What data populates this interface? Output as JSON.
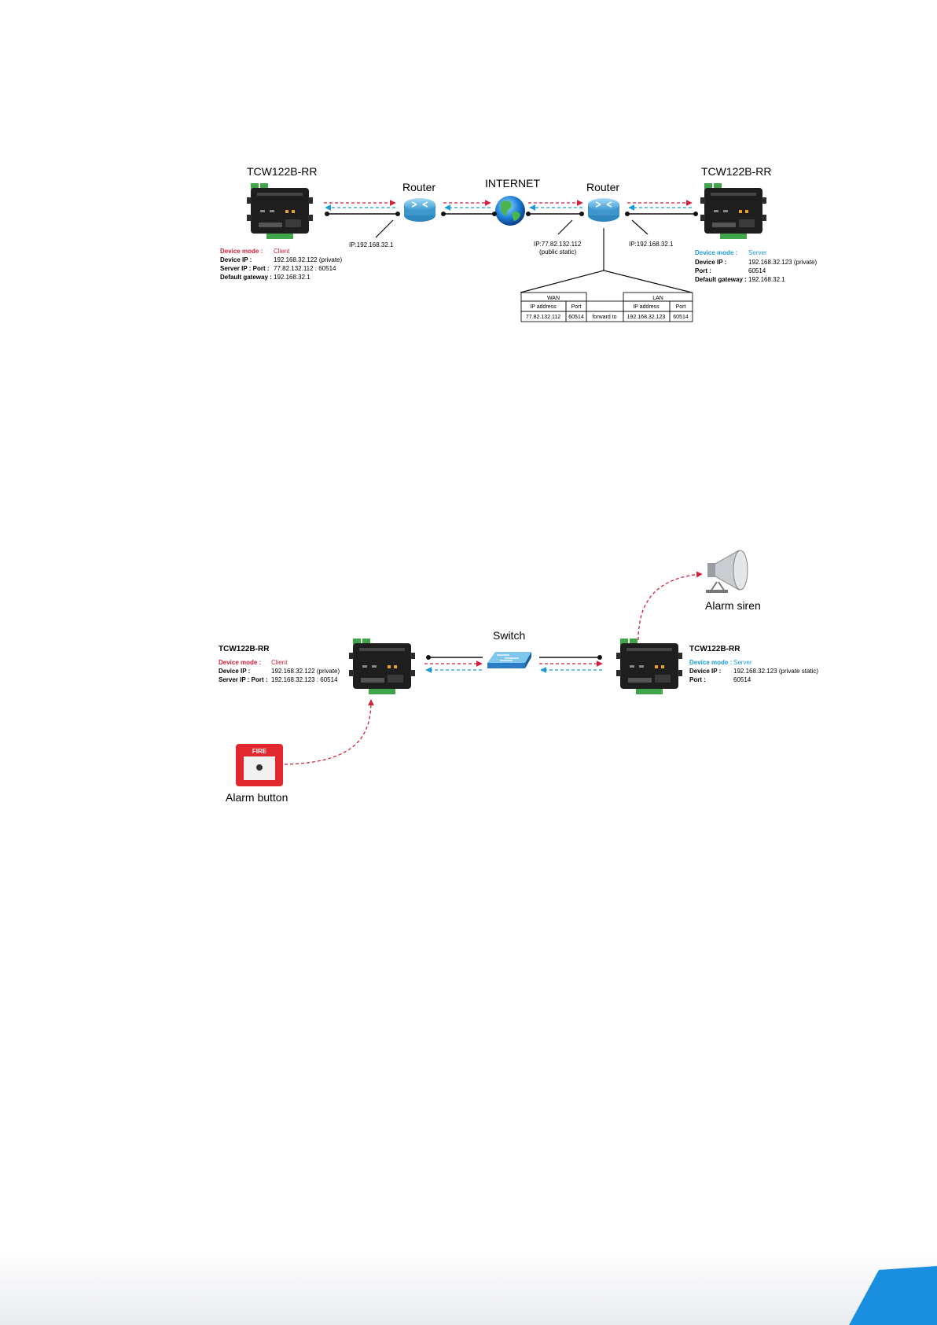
{
  "diagram1": {
    "left_device": {
      "title": "TCW122B-RR",
      "mode_label": "Device mode :",
      "mode_value": "Client",
      "ip_label": "Device IP :",
      "ip_value": "192.168.32.122 (private)",
      "server_label": "Server IP : Port :",
      "server_value": "77.82.132.112 : 60514",
      "gw_label": "Default gateway :",
      "gw_value": "192.168.32.1"
    },
    "left_router": {
      "label": "Router",
      "ip": "IP:192.168.32.1"
    },
    "internet": {
      "label": "INTERNET"
    },
    "right_router": {
      "label": "Router",
      "wan_ip": "IP:77.82.132.112",
      "wan_note": "(public static)",
      "lan_ip": "IP:192.168.32.1"
    },
    "right_device": {
      "title": "TCW122B-RR",
      "mode_label": "Device mode :",
      "mode_value": "Server",
      "ip_label": "Device IP :",
      "ip_value": "192.168.32.123 (private)",
      "port_label": "Port :",
      "port_value": "60514",
      "gw_label": "Default gateway :",
      "gw_value": "192.168.32.1"
    },
    "forward_table": {
      "wan_header": "WAN",
      "lan_header": "LAN",
      "col_ip": "IP address",
      "col_port": "Port",
      "wan_ip": "77.82.132.112",
      "wan_port": "60514",
      "action": "forward to",
      "lan_ip": "192.168.32.123",
      "lan_port": "60514"
    }
  },
  "diagram2": {
    "left_device": {
      "title": "TCW122B-RR",
      "mode_label": "Device mode :",
      "mode_value": "Client",
      "ip_label": "Device IP :",
      "ip_value": "192.168.32.122 (private)",
      "server_label": "Server IP : Port :",
      "server_value": "192.168.32.123 : 60514"
    },
    "switch": {
      "label": "Switch"
    },
    "right_device": {
      "title": "TCW122B-RR",
      "mode_label": "Device mode :",
      "mode_value": "Server",
      "ip_label": "Device IP :",
      "ip_value": "192.168.32.123 (private static)",
      "port_label": "Port :",
      "port_value": "60514"
    },
    "siren": {
      "label": "Alarm siren"
    },
    "button": {
      "label": "Alarm button",
      "fire_text": "FIRE"
    }
  },
  "colors": {
    "client": "#d2203a",
    "server": "#1a9bd7",
    "accent": "#1a8fe0"
  }
}
